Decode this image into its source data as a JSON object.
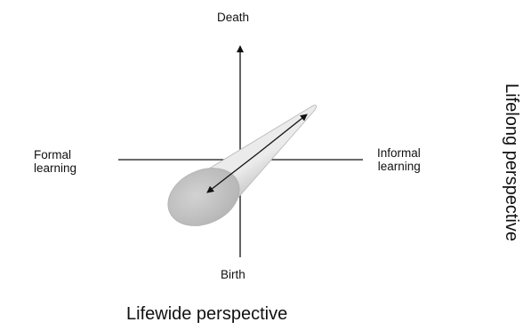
{
  "diagram": {
    "axis_top_label": "Death",
    "axis_bottom_label": "Birth",
    "axis_left_label": [
      "Formal",
      "learning"
    ],
    "axis_right_label": [
      "Informal",
      "learning"
    ],
    "horizontal_caption": "Lifewide perspective",
    "vertical_caption": "Lifelong perspective"
  }
}
